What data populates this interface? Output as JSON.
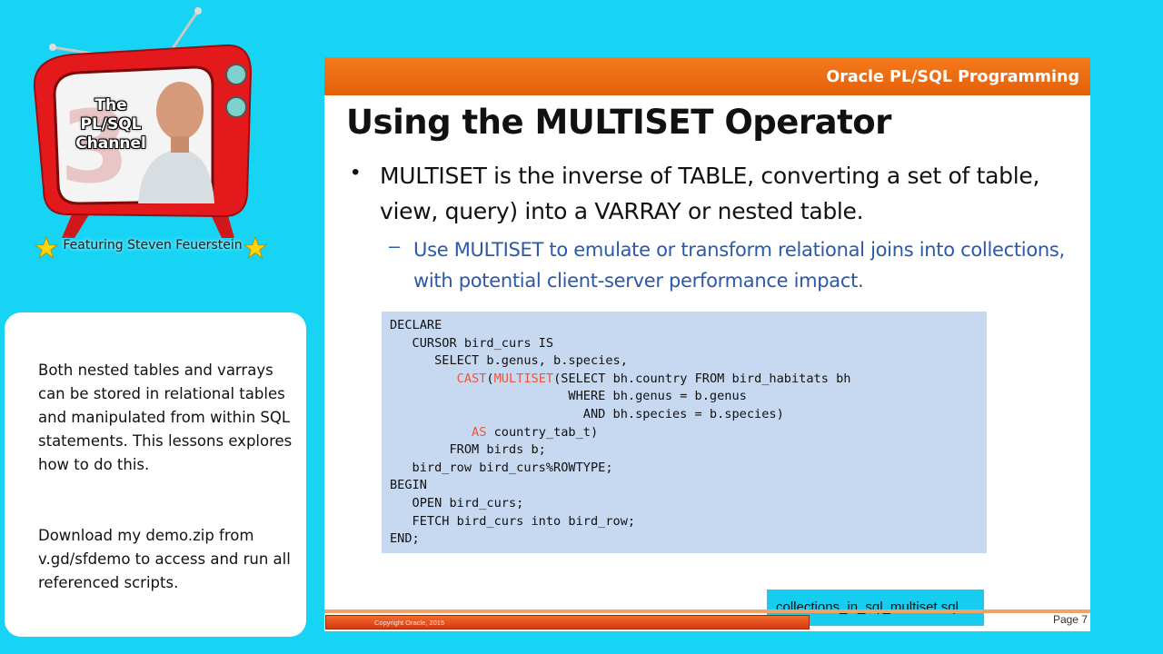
{
  "logo": {
    "line1": "The",
    "line2": "PL/SQL",
    "line3": "Channel",
    "featuring": "Featuring Steven Feuerstein"
  },
  "description": {
    "paragraph1": "Both nested tables and varrays can be stored in relational tables and manipulated from within SQL statements. This lessons explores how to do this.",
    "paragraph2": "Download my demo.zip from v.gd/sfdemo to access and run all referenced scripts."
  },
  "slide": {
    "brand": "Oracle PL/SQL Programming",
    "title": "Using the MULTISET Operator",
    "bullet": "MULTISET is the inverse of TABLE, converting a set of table, view, query) into a VARRAY or nested table.",
    "sub_bullet": "Use MULTISET to emulate or transform relational joins into collections, with potential client-server performance impact.",
    "code": {
      "l1": "DECLARE",
      "l2": "   CURSOR bird_curs IS",
      "l3": "      SELECT b.genus, b.species,",
      "l4_pre": "         ",
      "l4_kw1": "CAST",
      "l4_p": "(",
      "l4_kw2": "MULTISET",
      "l4_rest": "(SELECT bh.country FROM bird_habitats bh",
      "l5": "                        WHERE bh.genus = b.genus",
      "l6": "                          AND bh.species = b.species)",
      "l7_pre": "           ",
      "l7_kw": "AS",
      "l7_rest": " country_tab_t)",
      "l8": "        FROM birds b;",
      "l9": "   bird_row bird_curs%ROWTYPE;",
      "l10": "BEGIN",
      "l11": "   OPEN bird_curs;",
      "l12": "   FETCH bird_curs into bird_row;",
      "l13": "END;"
    },
    "file_tag": "collections_in_sql_multiset.sql",
    "page": "Page 7",
    "copyright": "Copyright Oracle, 2015"
  },
  "colors": {
    "background": "#18d4f4",
    "slide_header": "#f07018",
    "code_bg": "#c6d9f1",
    "keyword": "#f0543a",
    "sub_bullet": "#2b58a8"
  }
}
